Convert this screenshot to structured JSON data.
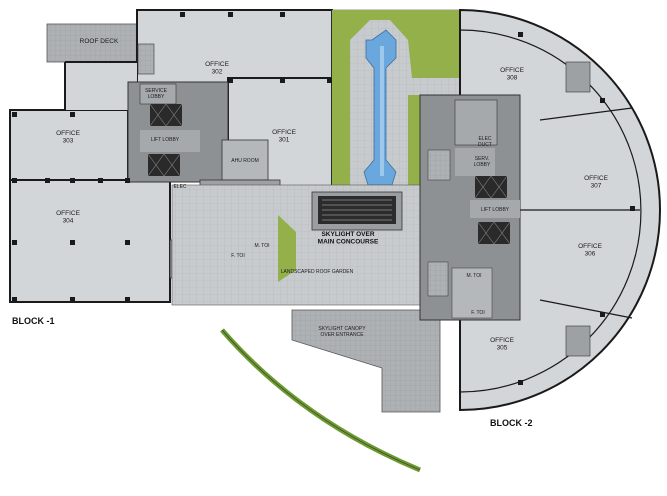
{
  "blocks": {
    "block1": "BLOCK -1",
    "block2": "BLOCK -2"
  },
  "labels": {
    "roof_deck": "ROOF DECK",
    "office_302": "OFFICE\n302",
    "office_303": "OFFICE\n303",
    "office_301": "OFFICE\n301",
    "office_304": "OFFICE\n304",
    "office_308": "OFFICE\n308",
    "office_307": "OFFICE\n307",
    "office_306": "OFFICE\n306",
    "office_305": "OFFICE\n305",
    "service_lobby": "SERVICE\nLOBBY",
    "lift_lobby_1": "LIFT LOBBY",
    "ahu_room": "AHU ROOM",
    "elec_1": "ELEC",
    "skylight_main": "SKYLIGHT OVER\nMAIN CONCOURSE",
    "landscaped_roof_garden": "LANDSCAPED ROOF GARDEN",
    "skylight_canopy": "SKYLIGHT CANOPY\nOVER ENTRANCE",
    "elec_duct": "ELEC\nDUCT",
    "serv_lobby": "SERV.\nLOBBY",
    "lift_lobby_2": "LIFT LOBBY",
    "m_toi_1": "M. TOI",
    "f_toi_1": "F. TOI",
    "m_toi_2": "M. TOI",
    "f_toi_2": "F. TOI"
  },
  "colors": {
    "office_floor": "#cfd3d6",
    "core": "#8e9194",
    "wall": "#1a1a1a",
    "garden": "#93b04a",
    "water": "#6aa7dc",
    "paving": "#bfc2c5",
    "curve": "#6d9a2c"
  }
}
